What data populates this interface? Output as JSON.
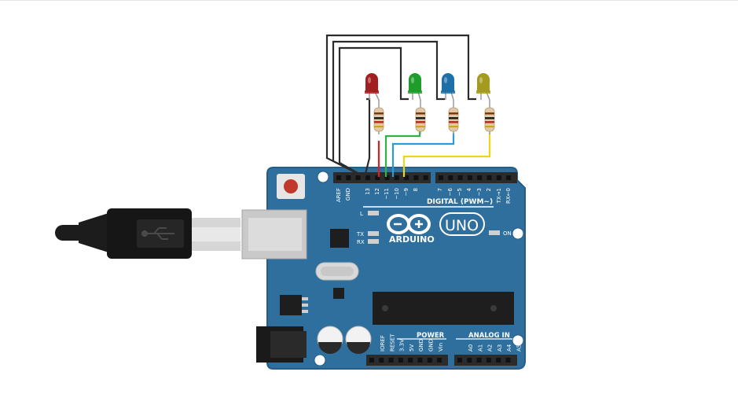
{
  "board": {
    "brand": "ARDUINO",
    "model": "UNO",
    "on_label": "ON",
    "led_l": "L",
    "led_tx": "TX",
    "led_rx": "RX",
    "digital_label": "DIGITAL (PWM~)",
    "power_label": "POWER",
    "analog_label": "ANALOG IN",
    "top_pins": [
      "AREF",
      "GND",
      "13",
      "12",
      "~11",
      "~10",
      "~9",
      "8",
      "7",
      "~6",
      "~5",
      "4",
      "~3",
      "2",
      "TX→1",
      "RX←0"
    ],
    "power_pins": [
      "IOREF",
      "RESET",
      "3.3V",
      "5V",
      "GND",
      "GND",
      "Vin"
    ],
    "analog_pins": [
      "A0",
      "A1",
      "A2",
      "A3",
      "A4",
      "A5"
    ]
  },
  "leds": [
    {
      "name": "red",
      "color": "#a31f1f"
    },
    {
      "name": "green",
      "color": "#1f9d2b"
    },
    {
      "name": "blue",
      "color": "#1f6fa8"
    },
    {
      "name": "yellow",
      "color": "#a49a1c"
    }
  ],
  "wires": {
    "gnd_color": "#2b2b2b",
    "red": "#e0201f",
    "green": "#2db34a",
    "blue": "#2a9ad8",
    "yellow": "#f2d21b"
  },
  "colors": {
    "board": "#2f6f9e",
    "board_edge": "#255d86",
    "header": "#2b2b2b"
  }
}
